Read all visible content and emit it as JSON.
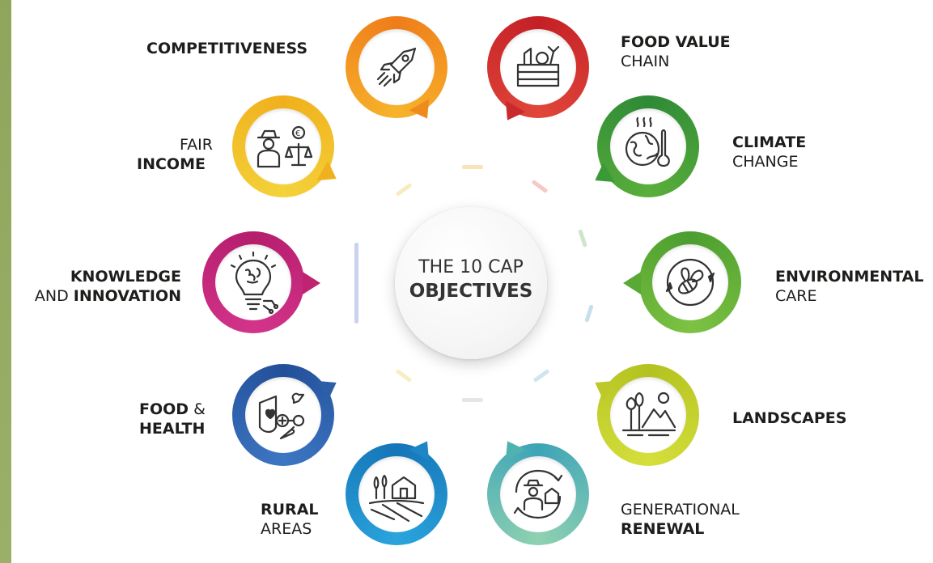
{
  "center": {
    "line1": "THE 10 CAP",
    "line2": "OBJECTIVES"
  },
  "objectives": {
    "competitiveness": {
      "b1": "COMPETITIVENESS",
      "color": "#f0951d",
      "icon": "rocket-icon"
    },
    "food_value_chain": {
      "b1": "FOOD VALUE",
      "r2": "CHAIN",
      "color": "#d8312f",
      "icon": "crate-icon"
    },
    "fair_income": {
      "r1": "FAIR",
      "b2": "INCOME",
      "color": "#f6c21c",
      "icon": "farmer-scales-icon"
    },
    "climate_change": {
      "b1": "CLIMATE",
      "r2": "CHANGE",
      "color": "#3f9b3a",
      "icon": "globe-thermometer-icon"
    },
    "knowledge_innovation": {
      "b1": "KNOWLEDGE",
      "r2": "AND ",
      "b2": "INNOVATION",
      "color": "#c8267a",
      "icon": "lightbulb-brain-icon"
    },
    "environmental_care": {
      "b1": "ENVIRONMENTAL",
      "r2": "CARE",
      "color": "#6ab232",
      "icon": "bee-icon"
    },
    "food_health": {
      "b1": "FOOD",
      "r1": " &",
      "b2": "HEALTH",
      "color": "#2f5fae",
      "icon": "health-food-icon"
    },
    "landscapes": {
      "b1": "LANDSCAPES",
      "color": "#c7d52a",
      "icon": "landscape-icon"
    },
    "rural_areas": {
      "b1": "RURAL",
      "r2": "AREAS",
      "color": "#1f8fd0",
      "icon": "village-icon"
    },
    "generational_renewal": {
      "r1": "GENERATIONAL",
      "b2": "RENEWAL",
      "color": "#4db6ac",
      "icon": "young-farmer-icon"
    }
  }
}
